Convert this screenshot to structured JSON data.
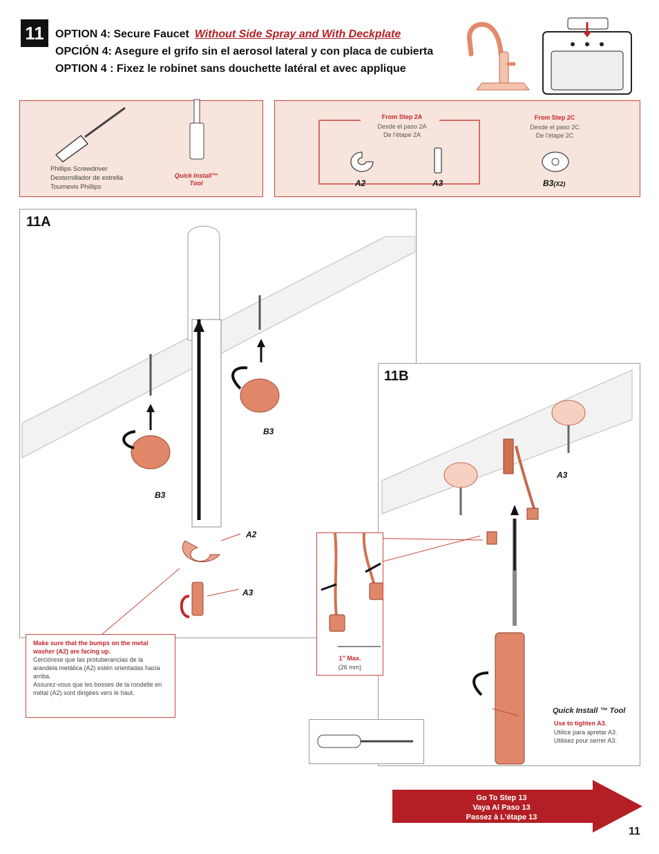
{
  "step": "11",
  "title": {
    "en_prefix": "OPTION 4:  Secure Faucet",
    "en_red": "Without Side Spray and With Deckplate",
    "es": "OPCIÓN 4:  Asegure el grifo sin el aerosol lateral y con placa de cubierta",
    "fr": "OPTION 4 : Fixez le robinet sans douchette latéral et avec applique"
  },
  "tools": {
    "screwdriver": [
      "Phillips Screwdriver",
      "Destornillador de estrella",
      "Tournevis Phillips"
    ],
    "quick_install": [
      "Quick Install™",
      "Tool"
    ]
  },
  "parts": {
    "from_2a": {
      "head": "From Step 2A",
      "es": "Desde el paso 2A",
      "fr": "De l’étape 2A"
    },
    "from_2c": {
      "head": "From Step 2C",
      "es": "Desde el paso 2C",
      "fr": "De l’étape 2C"
    },
    "a2": "A2",
    "a3": "A3",
    "b3": "B3",
    "b3_qty": "(X2)"
  },
  "step_11a": {
    "label": "11A",
    "b3_left": "B3",
    "b3_right": "B3",
    "a2": "A2",
    "a3": "A3",
    "note_head": "Make sure that the bumps on the metal washer (A2) are facing up.",
    "note_es": "Cerciórese que las protuberancias de la arandela metálica (A2) estén orientadas hacia arriba.",
    "note_fr": "Assurez-vous que les bosses de la rondelle en métal (A2) sont dirigées vers le haut."
  },
  "step_11b": {
    "label": "11B",
    "a3": "A3",
    "max_label": "1\" Max.",
    "max_mm": "(26 mm)",
    "tool_label": "Quick Install ™ Tool",
    "tool_head": "Use to tighten A3.",
    "tool_es": "Utilice para apretar A3.",
    "tool_fr": "Utilisez pour serrer A3."
  },
  "goto": [
    "Go To Step  13",
    "Vaya Al Paso  13",
    "Passez à L’étape  13"
  ],
  "page_number": "11"
}
